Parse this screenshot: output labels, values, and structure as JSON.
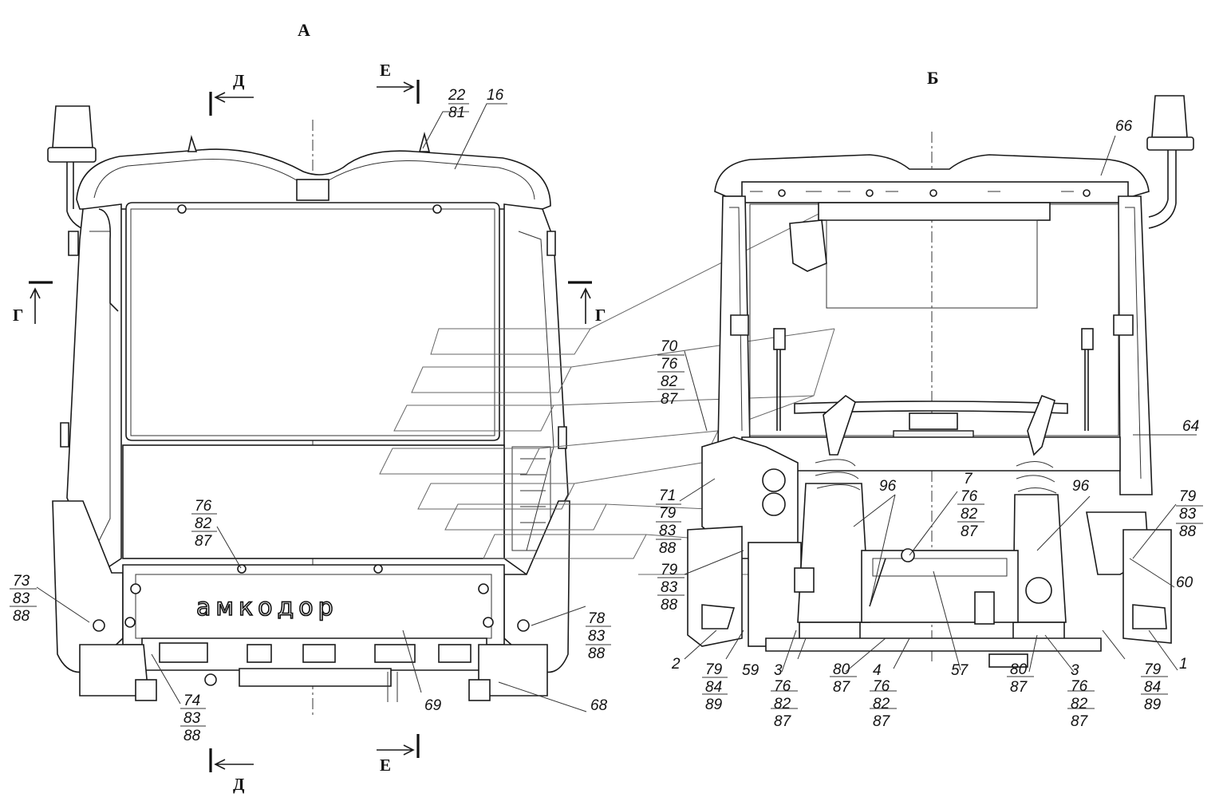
{
  "views": {
    "a": "А",
    "b": "Б"
  },
  "sections": {
    "d": "Д",
    "e": "Е",
    "g": "Г"
  },
  "brand": "амкодор",
  "labels_a": {
    "l22": "22",
    "l81": "81",
    "l16": "16",
    "s76a": "76",
    "s82a": "82",
    "s87a": "87",
    "l73": "73",
    "l83a": "83",
    "l88a": "88",
    "l78": "78",
    "l83b": "83",
    "l88b": "88",
    "l74": "74",
    "l83c": "83",
    "l88c": "88",
    "l69": "69",
    "l68": "68"
  },
  "labels_b": {
    "l66": "66",
    "l70": "70",
    "l76a": "76",
    "l82a": "82",
    "l87a": "87",
    "l64": "64",
    "l71": "71",
    "l79a": "79",
    "l83a": "83",
    "l88a": "88",
    "l79b": "79",
    "l83b": "83",
    "l88b": "88",
    "l96a": "96",
    "l96b": "96",
    "l7": "7",
    "l76b": "76",
    "l82b": "82",
    "l87b": "87",
    "l79c": "79",
    "l83c": "83",
    "l88c": "88",
    "l60": "60",
    "l2": "2",
    "l79d": "79",
    "l84a": "84",
    "l89a": "89",
    "l59": "59",
    "l3a": "3",
    "l76c": "76",
    "l82c": "82",
    "l87c": "87",
    "l80a": "80",
    "l87d": "87",
    "l4": "4",
    "l76d": "76",
    "l82d": "82",
    "l87e": "87",
    "l57": "57",
    "l80b": "80",
    "l87f": "87",
    "l3b": "3",
    "l76e": "76",
    "l82e": "82",
    "l87g": "87",
    "l79e": "79",
    "l84b": "84",
    "l89b": "89",
    "l1": "1"
  }
}
